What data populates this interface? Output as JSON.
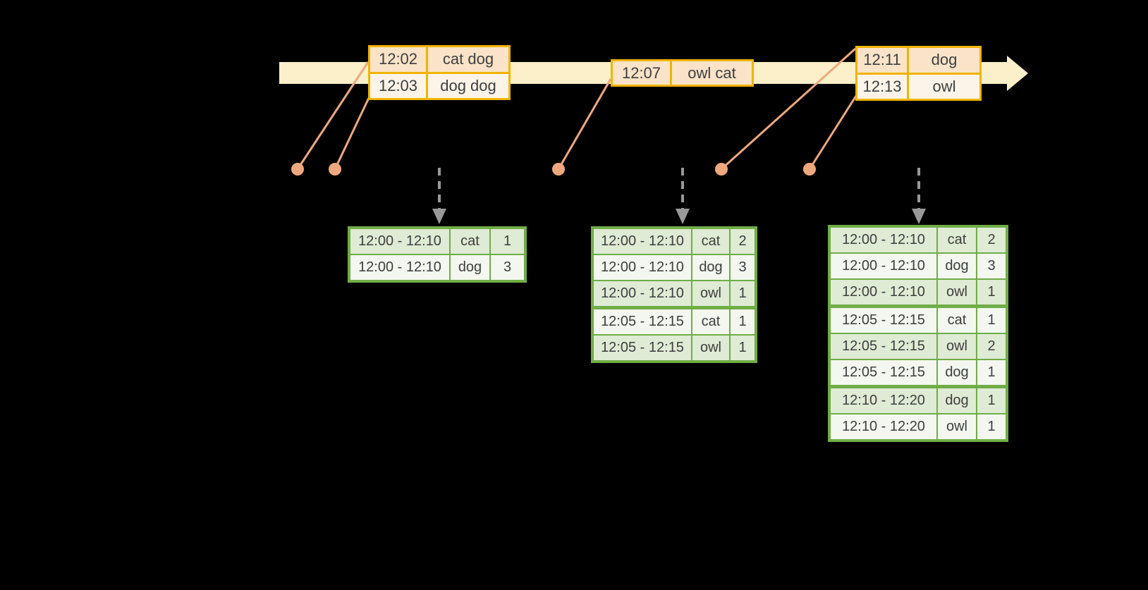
{
  "colors": {
    "background": "#000000",
    "band": "#FBF0C9",
    "gold": "#F0B400",
    "peach": "#FAE3C8",
    "cream": "#FDF4E9",
    "salmon": "#EFA87E",
    "green": "#70AD47",
    "green_tint": "#DFEBD5",
    "green_lite": "#F3F7EF",
    "gray": "#999999",
    "text": "#3E3E3E"
  },
  "icons": {
    "timeline_arrow": "right-arrowhead",
    "trigger_arrow": "dashed-down-arrow",
    "event_marker": "filled-dot"
  },
  "event_tables": [
    {
      "rows": [
        {
          "time": "12:02",
          "words": "cat dog"
        },
        {
          "time": "12:03",
          "words": "dog dog"
        }
      ]
    },
    {
      "rows": [
        {
          "time": "12:07",
          "words": "owl cat"
        }
      ]
    },
    {
      "rows": [
        {
          "time": "12:11",
          "words": "dog"
        },
        {
          "time": "12:13",
          "words": "owl"
        }
      ]
    }
  ],
  "result_tables": [
    {
      "rows": [
        {
          "window": "12:00 - 12:10",
          "word": "cat",
          "count": 1
        },
        {
          "window": "12:00 - 12:10",
          "word": "dog",
          "count": 3
        }
      ]
    },
    {
      "rows": [
        {
          "window": "12:00 - 12:10",
          "word": "cat",
          "count": 2
        },
        {
          "window": "12:00 - 12:10",
          "word": "dog",
          "count": 3
        },
        {
          "window": "12:00 - 12:10",
          "word": "owl",
          "count": 1
        },
        {
          "window": "12:05 - 12:15",
          "word": "cat",
          "count": 1
        },
        {
          "window": "12:05 - 12:15",
          "word": "owl",
          "count": 1
        }
      ]
    },
    {
      "rows": [
        {
          "window": "12:00 - 12:10",
          "word": "cat",
          "count": 2
        },
        {
          "window": "12:00 - 12:10",
          "word": "dog",
          "count": 3
        },
        {
          "window": "12:00 - 12:10",
          "word": "owl",
          "count": 1
        },
        {
          "window": "12:05 - 12:15",
          "word": "cat",
          "count": 1
        },
        {
          "window": "12:05 - 12:15",
          "word": "owl",
          "count": 2
        },
        {
          "window": "12:05 - 12:15",
          "word": "dog",
          "count": 1
        },
        {
          "window": "12:10 - 12:20",
          "word": "dog",
          "count": 1
        },
        {
          "window": "12:10 - 12:20",
          "word": "owl",
          "count": 1
        }
      ]
    }
  ]
}
